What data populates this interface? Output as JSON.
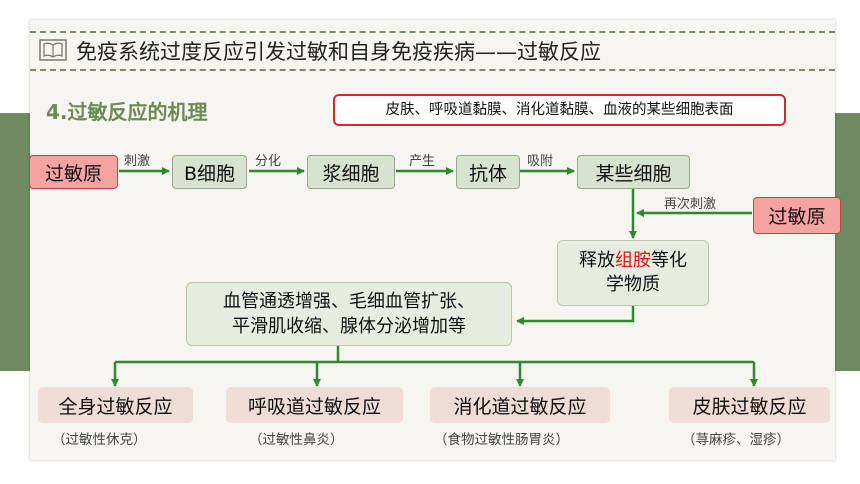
{
  "title": "免疫系统过度反应引发过敏和自身免疫疾病——过敏反应",
  "subtitle": "4.过敏反应的机理",
  "note": "皮肤、呼吸道黏膜、消化道黏膜、血液的某些细胞表面",
  "nodes": {
    "allergen1": "过敏原",
    "bcell": "B细胞",
    "plasma": "浆细胞",
    "antibody": "抗体",
    "cells": "某些细胞",
    "allergen2": "过敏原",
    "release_pre": "释放",
    "release_hl": "组胺",
    "release_post": "等化",
    "release_line2": "学物质",
    "effects_line1": "血管通透增强、毛细血管扩张、",
    "effects_line2": "平滑肌收缩、腺体分泌增加等"
  },
  "edges": {
    "stimulate": "刺激",
    "differentiate": "分化",
    "produce": "产生",
    "adsorb": "吸附",
    "restimulate": "再次刺激"
  },
  "outcomes": [
    {
      "label": "全身过敏反应",
      "example": "（过敏性休克）"
    },
    {
      "label": "呼吸道过敏反应",
      "example": "（过敏性鼻炎）"
    },
    {
      "label": "消化道过敏反应",
      "example": "（食物过敏性肠胃炎）"
    },
    {
      "label": "皮肤过敏反应",
      "example": "（荨麻疹、湿疹）"
    }
  ],
  "colors": {
    "arrow": "#2f8a2f",
    "band": "#6f8a62",
    "highlight": "#e0161b",
    "note_border": "#d9262b"
  }
}
